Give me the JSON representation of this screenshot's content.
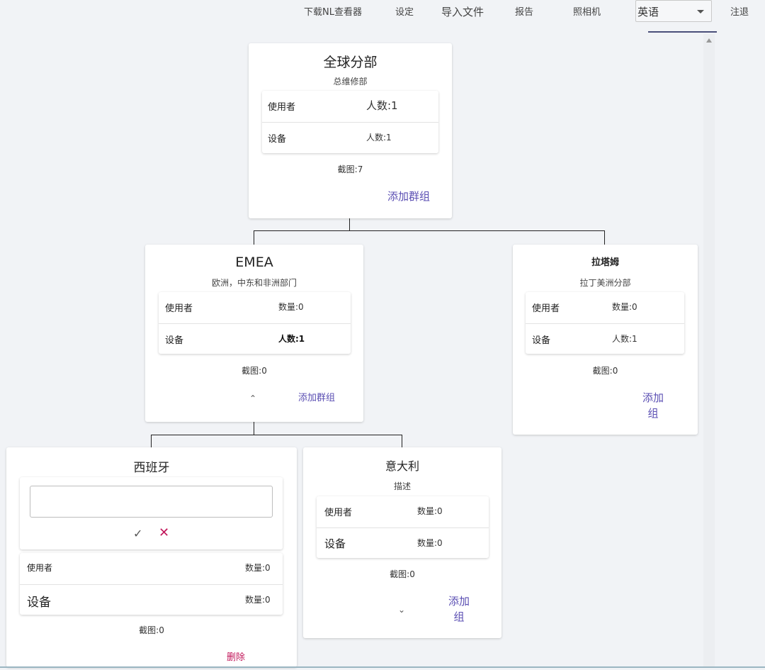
{
  "nav": {
    "download": "下载NL查看器",
    "settings": "设定",
    "import": "导入文件",
    "report": "报告",
    "camera": "照相机",
    "language": "英语",
    "logout": "注退"
  },
  "global": {
    "title": "全球分部",
    "desc": "总维修部",
    "rows": [
      {
        "label": "使用者",
        "count": "人数:1"
      },
      {
        "label": "设备",
        "count": "人数:1"
      }
    ],
    "screenshots": "截图:7",
    "add": "添加群组"
  },
  "emea": {
    "title": "EMEA",
    "desc": "欧洲，中东和非洲部门",
    "rows": [
      {
        "label": "使用者",
        "count": "数量:0"
      },
      {
        "label": "设备",
        "count": "人数:1"
      }
    ],
    "screenshots": "截图:0",
    "add": "添加群组",
    "collapse_icon": "chevron-up-icon"
  },
  "latam": {
    "title": "拉塔姆",
    "desc": "拉丁美洲分部",
    "rows": [
      {
        "label": "使用者",
        "count": "数量:0"
      },
      {
        "label": "设备",
        "count": "人数:1"
      }
    ],
    "screenshots": "截图:0",
    "add_line1": "添加",
    "add_line2": "组"
  },
  "spain": {
    "title": "西班牙",
    "input_value": "",
    "confirm_icon": "check-icon",
    "cancel_icon": "close-icon",
    "rows": [
      {
        "label": "使用者",
        "count": "数量:0"
      },
      {
        "label": "设备",
        "count": "数量:0"
      }
    ],
    "screenshots": "截图:0",
    "delete": "删除"
  },
  "italy": {
    "title": "意大利",
    "desc": "描述",
    "rows": [
      {
        "label": "使用者",
        "count": "数量:0"
      },
      {
        "label": "设备",
        "count": "数量:0"
      }
    ],
    "screenshots": "截图:0",
    "add_line1": "添加",
    "add_line2": "组",
    "expand_icon": "chevron-down-icon"
  },
  "colors": {
    "accent": "#5b4fb3",
    "danger": "#c2185b",
    "background": "#f1f3f6"
  }
}
